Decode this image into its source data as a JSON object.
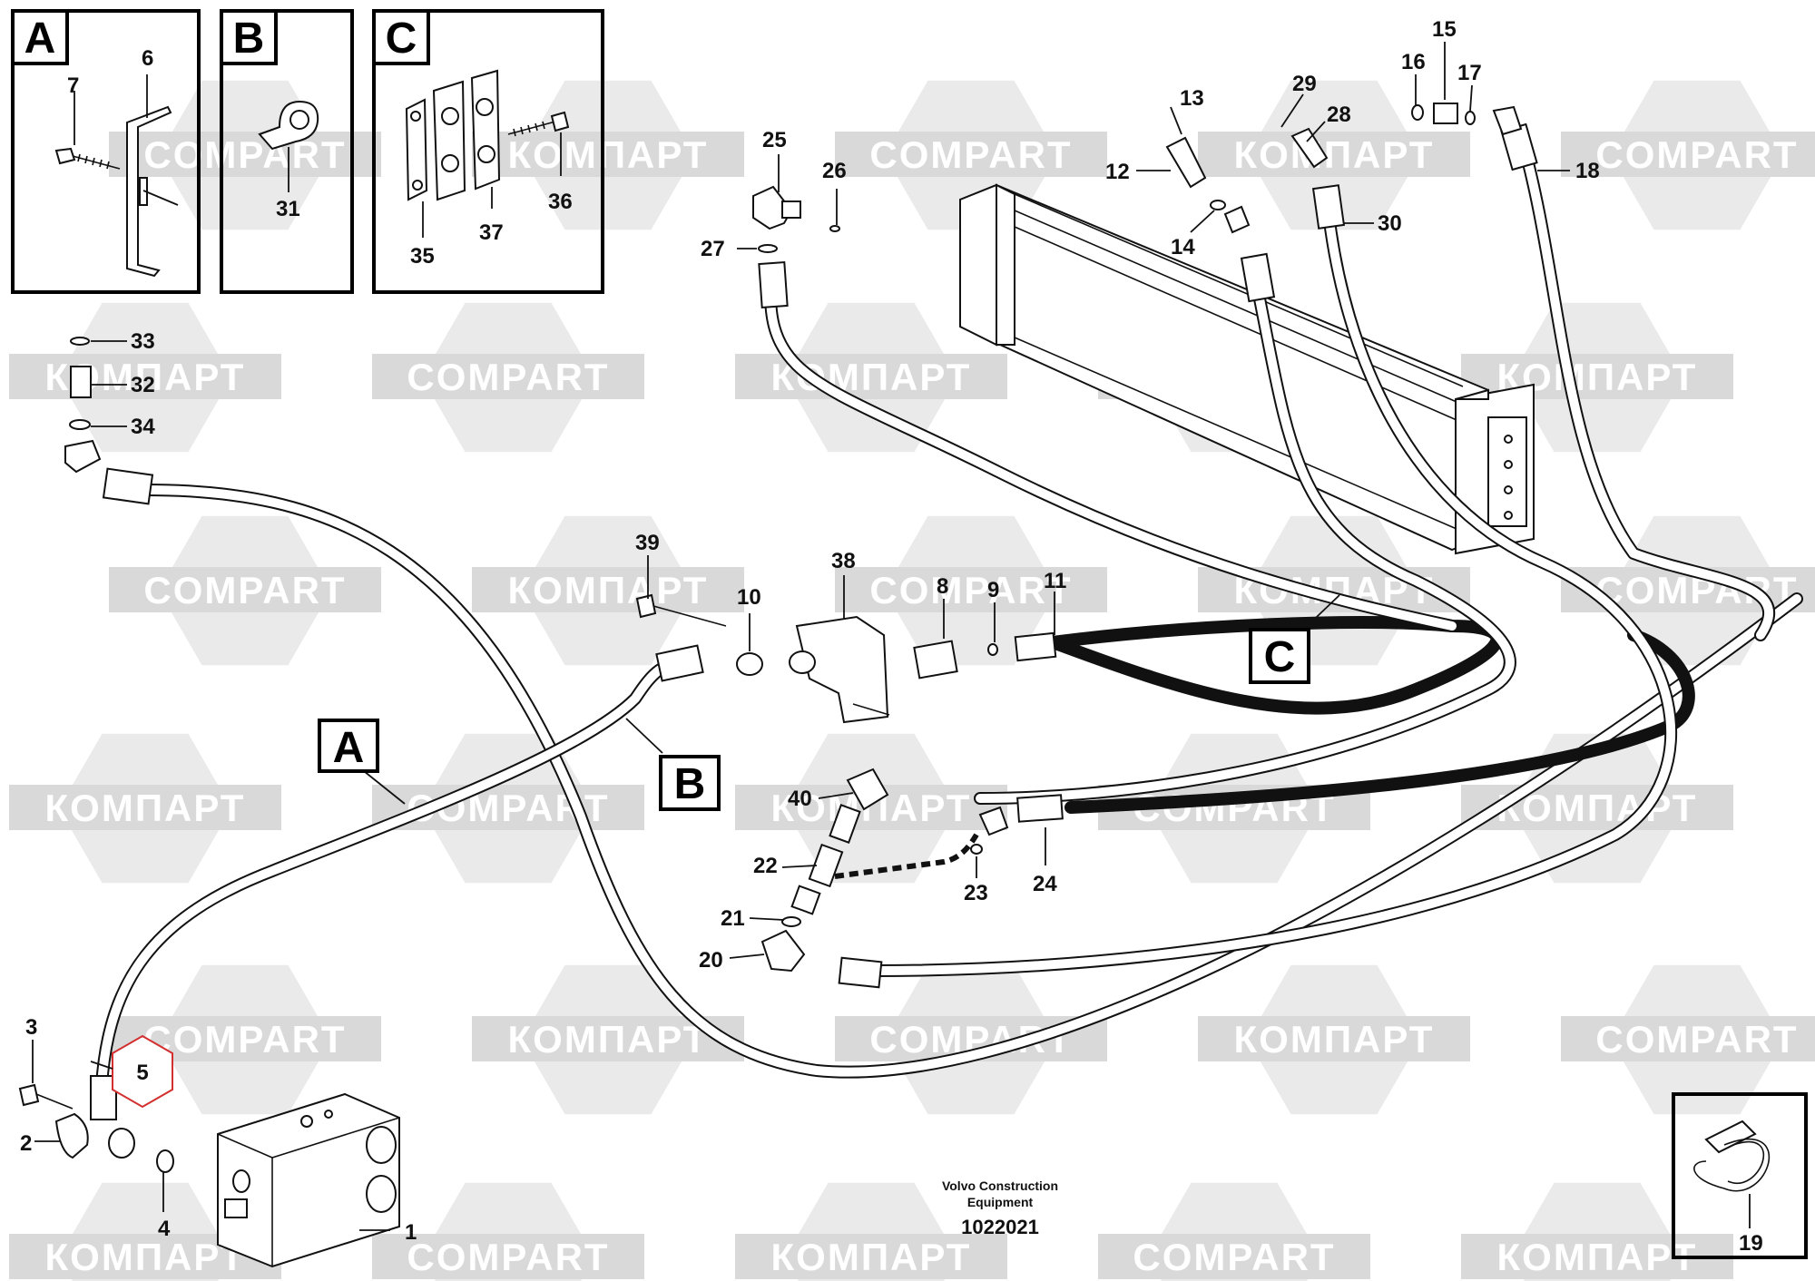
{
  "watermark": {
    "brand_latin": "COMPART",
    "brand_cyrillic": "КОМПАРТ",
    "color": "#d9d9d9"
  },
  "detail_boxes": [
    {
      "letter": "A",
      "parts": [
        "6",
        "7"
      ]
    },
    {
      "letter": "B",
      "parts": [
        "31"
      ]
    },
    {
      "letter": "C",
      "parts": [
        "35",
        "36",
        "37"
      ]
    }
  ],
  "view_callouts": [
    "A",
    "B",
    "C"
  ],
  "part_labels": [
    "1",
    "2",
    "3",
    "4",
    "5",
    "6",
    "7",
    "8",
    "9",
    "10",
    "11",
    "12",
    "13",
    "14",
    "15",
    "16",
    "17",
    "18",
    "19",
    "20",
    "21",
    "22",
    "23",
    "24",
    "25",
    "26",
    "27",
    "28",
    "29",
    "30",
    "31",
    "32",
    "33",
    "34",
    "35",
    "36",
    "37",
    "38",
    "39",
    "40"
  ],
  "highlighted_part": {
    "number": "5",
    "color": "#d32f2f"
  },
  "credit": {
    "line1": "Volvo Construction",
    "line2": "Equipment"
  },
  "document_number": "1022021"
}
